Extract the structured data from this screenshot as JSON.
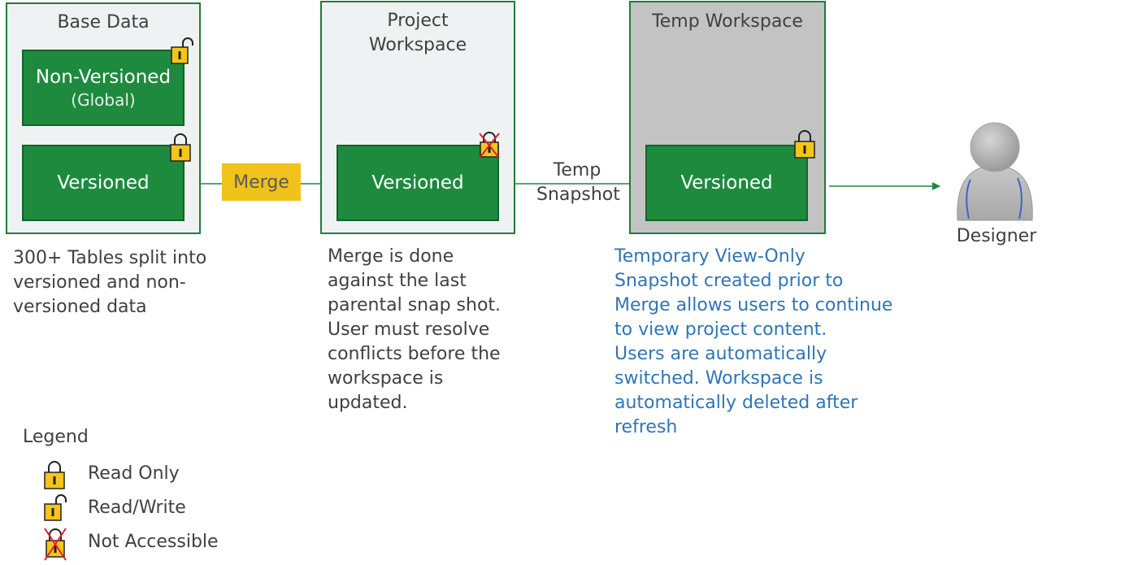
{
  "panels": {
    "base": {
      "title": "Base Data",
      "nonversioned_label": "Non-Versioned",
      "nonversioned_sub": "(Global)",
      "versioned_label": "Versioned"
    },
    "project": {
      "title_line1": "Project",
      "title_line2": "Workspace",
      "versioned_label": "Versioned"
    },
    "temp": {
      "title": "Temp Workspace",
      "versioned_label": "Versioned"
    }
  },
  "merge_label": "Merge",
  "temp_snapshot_line1": "Temp",
  "temp_snapshot_line2": "Snapshot",
  "designer_label": "Designer",
  "notes": {
    "base": [
      "300+ Tables split into",
      "versioned and non-",
      "versioned data"
    ],
    "project": [
      "Merge is done",
      "against the last",
      "parental snap shot.",
      "User must resolve",
      "conflicts before the",
      "workspace is",
      "updated."
    ],
    "temp": [
      "Temporary View-Only",
      "Snapshot created prior to",
      "Merge allows users to continue",
      "to view project content.",
      "Users are automatically",
      "switched. Workspace is",
      "automatically  deleted after",
      "refresh"
    ]
  },
  "legend": {
    "title": "Legend",
    "read_only": "Read Only",
    "read_write": "Read/Write",
    "not_accessible": "Not Accessible"
  },
  "colors": {
    "green": "#1e8a3e",
    "border_green": "#1e7d3a",
    "merge_yellow": "#f0c21b",
    "lock_yellow": "#f5c518",
    "note_blue": "#2e75b6",
    "x_red": "#e0202a"
  },
  "icons": [
    "lock-closed-icon",
    "lock-open-icon",
    "lock-not-accessible-icon",
    "user-icon"
  ]
}
